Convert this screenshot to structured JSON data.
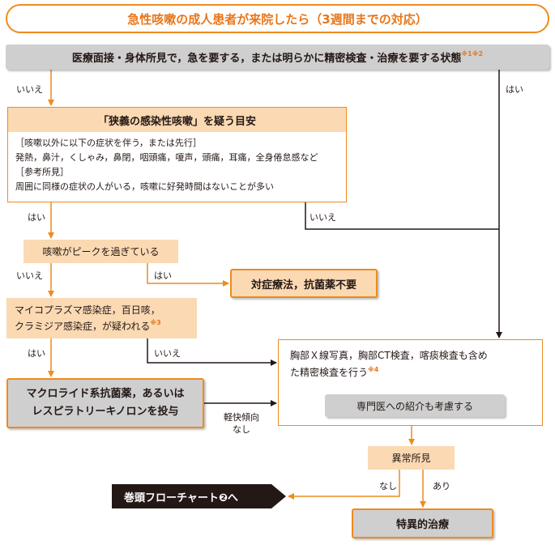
{
  "title": "急性咳嗽の成人患者が来院したら（3週間までの対応）",
  "initial_assessment": {
    "text": "医療面接・身体所見で，急を要する，または明らかに精密検査・治療を要する状態",
    "note": "※1※2"
  },
  "criteria": {
    "heading": "「狭義の感染性咳嗽」を疑う目安",
    "lines": [
      "［咳嗽以外に以下の症状を伴う，または先行］",
      "発熱，鼻汁，くしゃみ，鼻閉，咽頭痛，嗄声，頭痛，耳痛，全身倦怠感など",
      "［参考所見］",
      "周囲に同様の症状の人がいる，咳嗽に好発時間はないことが多い"
    ]
  },
  "peak_question": "咳嗽がピークを過ぎている",
  "mycoplasma_question": {
    "line1": "マイコプラズマ感染症，百日咳，",
    "line2": "クラミジア感染症，が疑われる",
    "note": "※3"
  },
  "symptomatic_treatment": "対症療法，抗菌薬不要",
  "macrolide_treatment": {
    "line1": "マクロライド系抗菌薬，あるいは",
    "line2": "レスピラトリーキノロンを投与"
  },
  "detailed_exam": {
    "line1": "胸部Ｘ線写真，胸部CT検査，喀痰検査も含め",
    "line2": "た精密検査を行う",
    "note": "※4",
    "referral": "専門医への紹介も考慮する"
  },
  "abnormal_findings": "異常所見",
  "special_treatment": "特異的治療",
  "flowchart_link": "巻頭フローチャート❷へ",
  "labels": {
    "yes": "はい",
    "no": "いいえ",
    "improving_line1": "軽快傾向",
    "improving_line2": "なし",
    "none": "なし",
    "present": "あり"
  },
  "colors": {
    "accent": "#ee8b1f",
    "title_text": "#e8761a",
    "peach": "#fbd9b3",
    "gray": "#cfcfcf",
    "banner": "#231815"
  }
}
